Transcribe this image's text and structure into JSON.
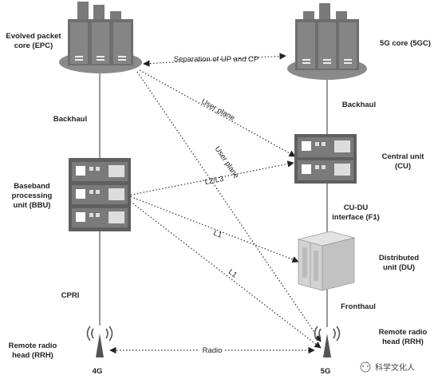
{
  "nodes": {
    "epc": {
      "line1": "Evolved packet",
      "line2": "core (EPC)"
    },
    "fivegc": {
      "line1": "5G core (5GC)"
    },
    "bbu": {
      "line1": "Baseband",
      "line2": "processing",
      "line3": "unit (BBU)"
    },
    "cu": {
      "line1": "Central unit",
      "line2": "(CU)"
    },
    "du": {
      "line1": "Distributed",
      "line2": "unit (DU)"
    },
    "rrh_4g": {
      "line1": "Remote radio",
      "line2": "head (RRH)",
      "band": "4G"
    },
    "rrh_5g": {
      "line1": "Remote radio",
      "line2": "head (RRH)",
      "band": "5G"
    }
  },
  "links": {
    "backhaul_left": "Backhaul",
    "backhaul_right": "Backhaul",
    "cpri": "CPRI",
    "cu_du": {
      "line1": "CU-DU",
      "line2": "interface (F1)"
    },
    "fronthaul": "Fronthaul",
    "separation": "Separation of UP and CP",
    "user_plane_1": "User plane",
    "user_plane_2": "User plane",
    "l2l3": "L2/L3",
    "l1_a": "L1",
    "l1_b": "L1",
    "radio": "Radio"
  },
  "watermark": "科学文化人",
  "colors": {
    "server": "#7a7a7a",
    "server_dark": "#5f5f5f",
    "cloud": "#8a8a8a",
    "line": "#555555"
  }
}
